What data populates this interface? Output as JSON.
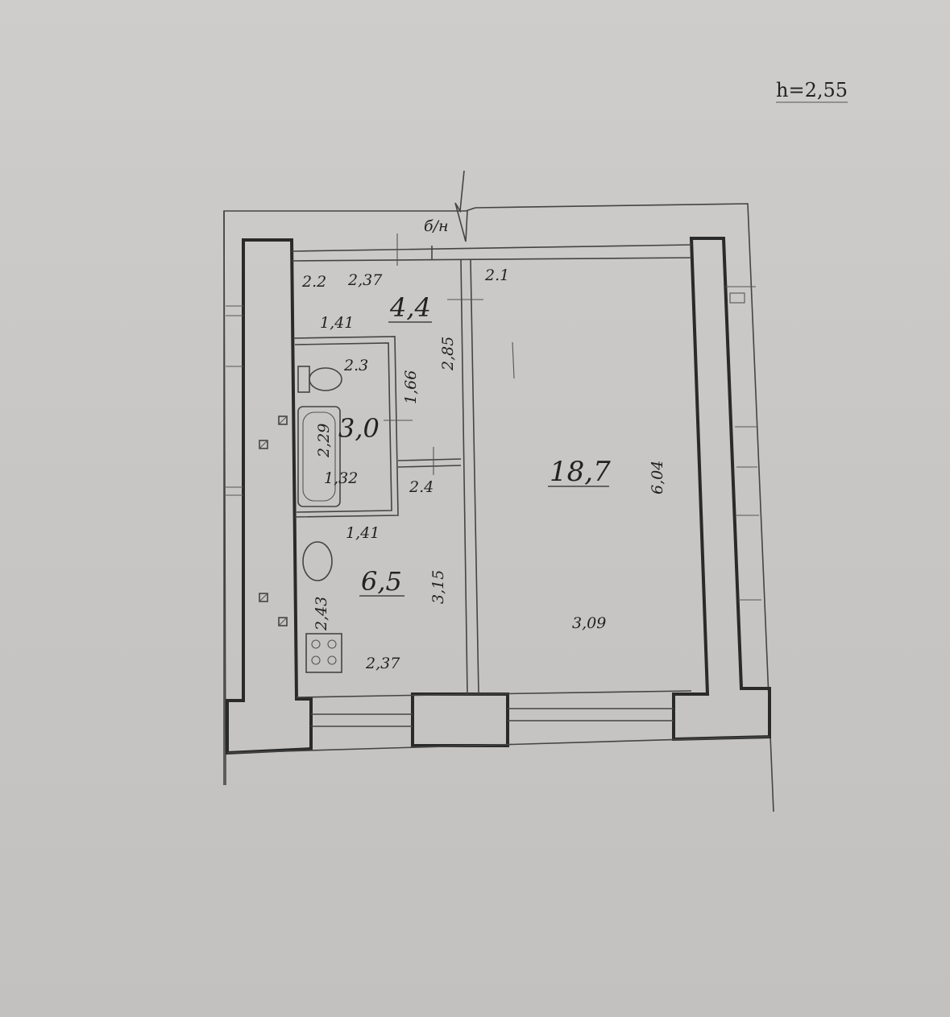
{
  "header": {
    "ceiling_height": "h=2,55"
  },
  "plan": {
    "balcony_mark": "б/н",
    "rooms": {
      "corridor_area": "4,4",
      "bath_area": "3,0",
      "kitchen_area": "6,5",
      "living_area": "18,7"
    },
    "dimensions": {
      "d_2_2": "2.2",
      "d_2_37_top": "2,37",
      "d_2_1": "2.1",
      "d_1_41_a": "1,41",
      "d_2_85": "2,85",
      "d_2_3": "2.3",
      "d_1_66": "1,66",
      "d_2_29": "2,29",
      "d_1_32": "1,32",
      "d_2_4": "2.4",
      "d_6_04": "6,04",
      "d_1_41_b": "1,41",
      "d_3_15": "3,15",
      "d_2_43": "2,43",
      "d_3_09": "3,09",
      "d_2_37_bottom": "2,37"
    },
    "icons": [
      "toilet-icon",
      "bathtub-icon",
      "sink-icon",
      "stove-icon",
      "vent-icon"
    ]
  }
}
